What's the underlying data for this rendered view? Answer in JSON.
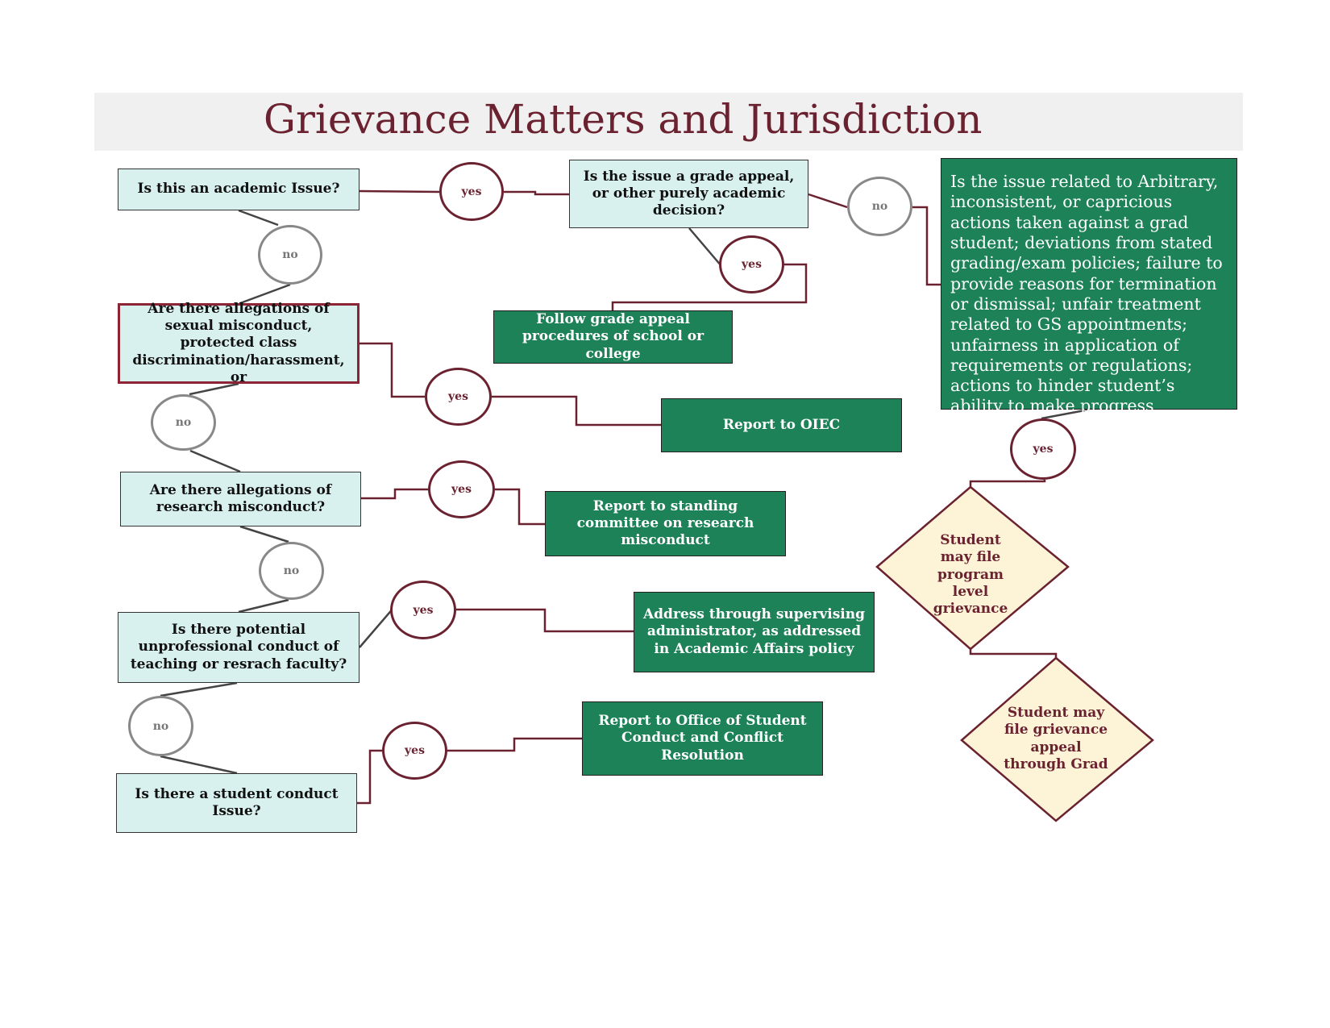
{
  "title": "Grievance Matters and Jurisdiction",
  "questions": {
    "academic": "Is this an academic Issue?",
    "grade_appeal": "Is the issue a grade appeal, or other purely academic decision?",
    "sexual_misconduct": "Are there allegations of sexual misconduct, protected class discrimination/harassment, or",
    "research_misconduct": "Are there allegations of research misconduct?",
    "unprofessional_conduct": "Is there potential unprofessional conduct of teaching or resrach faculty?",
    "student_conduct": "Is there a student conduct Issue?"
  },
  "actions": {
    "grade_appeal_procedures": "Follow grade appeal procedures of school or college",
    "report_oiec": "Report to OIEC",
    "report_research_committee": "Report to standing committee on research misconduct",
    "supervising_administrator": "Address through supervising administrator, as addressed in Academic Affairs policy",
    "student_conduct_office": "Report to Office of Student Conduct and Conflict Resolution"
  },
  "related_issue_box": "Is the issue related to Arbitrary, inconsistent, or capricious actions taken against a grad student; deviations from stated grading/exam policies; failure to provide reasons for termination or dismissal; unfair treatment related to GS appointments; unfairness in application of requirements or regulations; actions to hinder student’s ability to make progress",
  "outcomes": {
    "program_level": "Student may file program level grievance",
    "grievance_appeal": "Student may file grievance appeal through Grad"
  },
  "labels": {
    "yes": "yes",
    "no": "no"
  },
  "colors": {
    "title": "#6b2230",
    "question_fill": "#d8f0ee",
    "action_fill": "#1e8259",
    "outcome_fill": "#fdf3d6",
    "connector": "#6b2230",
    "no_circle": "#888888"
  }
}
